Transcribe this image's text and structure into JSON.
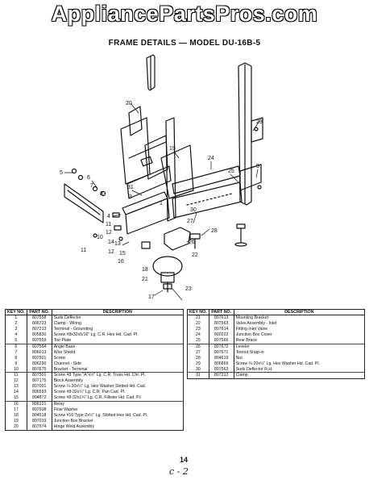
{
  "watermark": "AppliancePartsPros.com",
  "title": "FRAME DETAILS — MODEL DU-16B-5",
  "page_number": "14",
  "handwritten_mark": "c - 2",
  "callouts": [
    {
      "id": "c20",
      "text": "20"
    },
    {
      "id": "c29",
      "text": "29"
    },
    {
      "id": "c19",
      "text": "19"
    },
    {
      "id": "c24",
      "text": "24"
    },
    {
      "id": "c25",
      "text": "25"
    },
    {
      "id": "c9",
      "text": "9"
    },
    {
      "id": "c5",
      "text": "5"
    },
    {
      "id": "c6",
      "text": "6"
    },
    {
      "id": "c7",
      "text": "7"
    },
    {
      "id": "c8",
      "text": "8"
    },
    {
      "id": "c31",
      "text": "31"
    },
    {
      "id": "c3",
      "text": "3"
    },
    {
      "id": "c1",
      "text": "1"
    },
    {
      "id": "c4",
      "text": "4"
    },
    {
      "id": "c11a",
      "text": "11"
    },
    {
      "id": "c12a",
      "text": "12"
    },
    {
      "id": "c11b",
      "text": "11"
    },
    {
      "id": "c10",
      "text": "10"
    },
    {
      "id": "c30",
      "text": "30"
    },
    {
      "id": "c28",
      "text": "28"
    },
    {
      "id": "c27",
      "text": "27"
    },
    {
      "id": "c26",
      "text": "26"
    },
    {
      "id": "c22",
      "text": "22"
    },
    {
      "id": "c14",
      "text": "14"
    },
    {
      "id": "c12b",
      "text": "12"
    },
    {
      "id": "c13",
      "text": "13"
    },
    {
      "id": "c15",
      "text": "15"
    },
    {
      "id": "c16",
      "text": "16"
    },
    {
      "id": "c18",
      "text": "18"
    },
    {
      "id": "c21",
      "text": "21"
    },
    {
      "id": "c23",
      "text": "23"
    },
    {
      "id": "c17",
      "text": "17"
    }
  ],
  "table": {
    "headers": {
      "key": "KEY NO.",
      "part": "PART NO.",
      "desc": "DESCRIPTION"
    },
    "left_rows": [
      {
        "key": "1",
        "part": "807558",
        "desc": "Suds Deflector",
        "group_start": true
      },
      {
        "key": "2",
        "part": "806723",
        "desc": "Clamp - Wiring",
        "group_start": false
      },
      {
        "key": "3",
        "part": "807213",
        "desc": "Terminal - Grounding",
        "group_start": false
      },
      {
        "key": "4",
        "part": "805830",
        "desc": "Screw #8x32x5/16\" Lg. C.R. Hex Hd. Cad. Pl.",
        "group_start": false
      },
      {
        "key": "5",
        "part": "807559",
        "desc": "Toe Plate",
        "group_start": false
      },
      {
        "key": "6",
        "part": "807564",
        "desc": "Angle Base",
        "group_start": true
      },
      {
        "key": "7",
        "part": "806013",
        "desc": "Wire Shield",
        "group_start": false
      },
      {
        "key": "8",
        "part": "807501",
        "desc": "Screw",
        "group_start": false
      },
      {
        "key": "9",
        "part": "806290",
        "desc": "Channel - Side",
        "group_start": false
      },
      {
        "key": "10",
        "part": "807675",
        "desc": "Bracket - Terminal",
        "group_start": false
      },
      {
        "key": "11",
        "part": "807501",
        "desc": "Screw #8 Type \"A\"x½\" Lg. C.R. Truss Hd. Chr. Pl.",
        "group_start": true
      },
      {
        "key": "12",
        "part": "807175",
        "desc": "Block Assembly",
        "group_start": false
      },
      {
        "key": "13",
        "part": "807001",
        "desc": "Screw ¼-20x¼\" Lg. Hex Washer Slotted Hd. Cad.",
        "group_start": false
      },
      {
        "key": "14",
        "part": "806593",
        "desc": "Screw #8-32x¼\" Lg. C.R. Pan Cad. Pl.",
        "group_start": false
      },
      {
        "key": "15",
        "part": "804872",
        "desc": "Screw #8-32x1¼\" Lg. C.R. Fillister Hd. Cad. Pl.",
        "group_start": false
      },
      {
        "key": "16",
        "part": "806121",
        "desc": "Relay",
        "group_start": true
      },
      {
        "key": "17",
        "part": "807608",
        "desc": "Flow Washer",
        "group_start": false
      },
      {
        "key": "18",
        "part": "804518",
        "desc": "Screw #10 Type Zx½\" Lg. Slotted Hex Hd. Cad. Pl.",
        "group_start": false
      },
      {
        "key": "19",
        "part": "807019",
        "desc": "Junction Box Bracket",
        "group_start": false
      },
      {
        "key": "20",
        "part": "807674",
        "desc": "Hinge Weld Assembly",
        "group_start": false
      }
    ],
    "right_rows": [
      {
        "key": "21",
        "part": "807613",
        "desc": "Mounting Bracket",
        "group_start": true
      },
      {
        "key": "22",
        "part": "807563",
        "desc": "Valve Assembly - Inlet",
        "group_start": false
      },
      {
        "key": "23",
        "part": "807614",
        "desc": "Fitting Inlet Valve",
        "group_start": false
      },
      {
        "key": "24",
        "part": "800222",
        "desc": "Junction Box Cover",
        "group_start": false
      },
      {
        "key": "25",
        "part": "807566",
        "desc": "Rear Brace",
        "group_start": false
      },
      {
        "key": "26",
        "part": "807672",
        "desc": "Leveler",
        "group_start": true
      },
      {
        "key": "27",
        "part": "807671",
        "desc": "Teenut Snap-in",
        "group_start": false
      },
      {
        "key": "28",
        "part": "804619",
        "desc": "Nut",
        "group_start": false
      },
      {
        "key": "29",
        "part": "806869",
        "desc": "Screw ¼-20x¼\" Lg. Hex Washer Hd. Cad. Pl.",
        "group_start": false
      },
      {
        "key": "30",
        "part": "807563",
        "desc": "Suds Deflector R.H.",
        "group_start": false
      },
      {
        "key": "31",
        "part": "807212",
        "desc": "Clamp",
        "group_start": true
      }
    ]
  }
}
